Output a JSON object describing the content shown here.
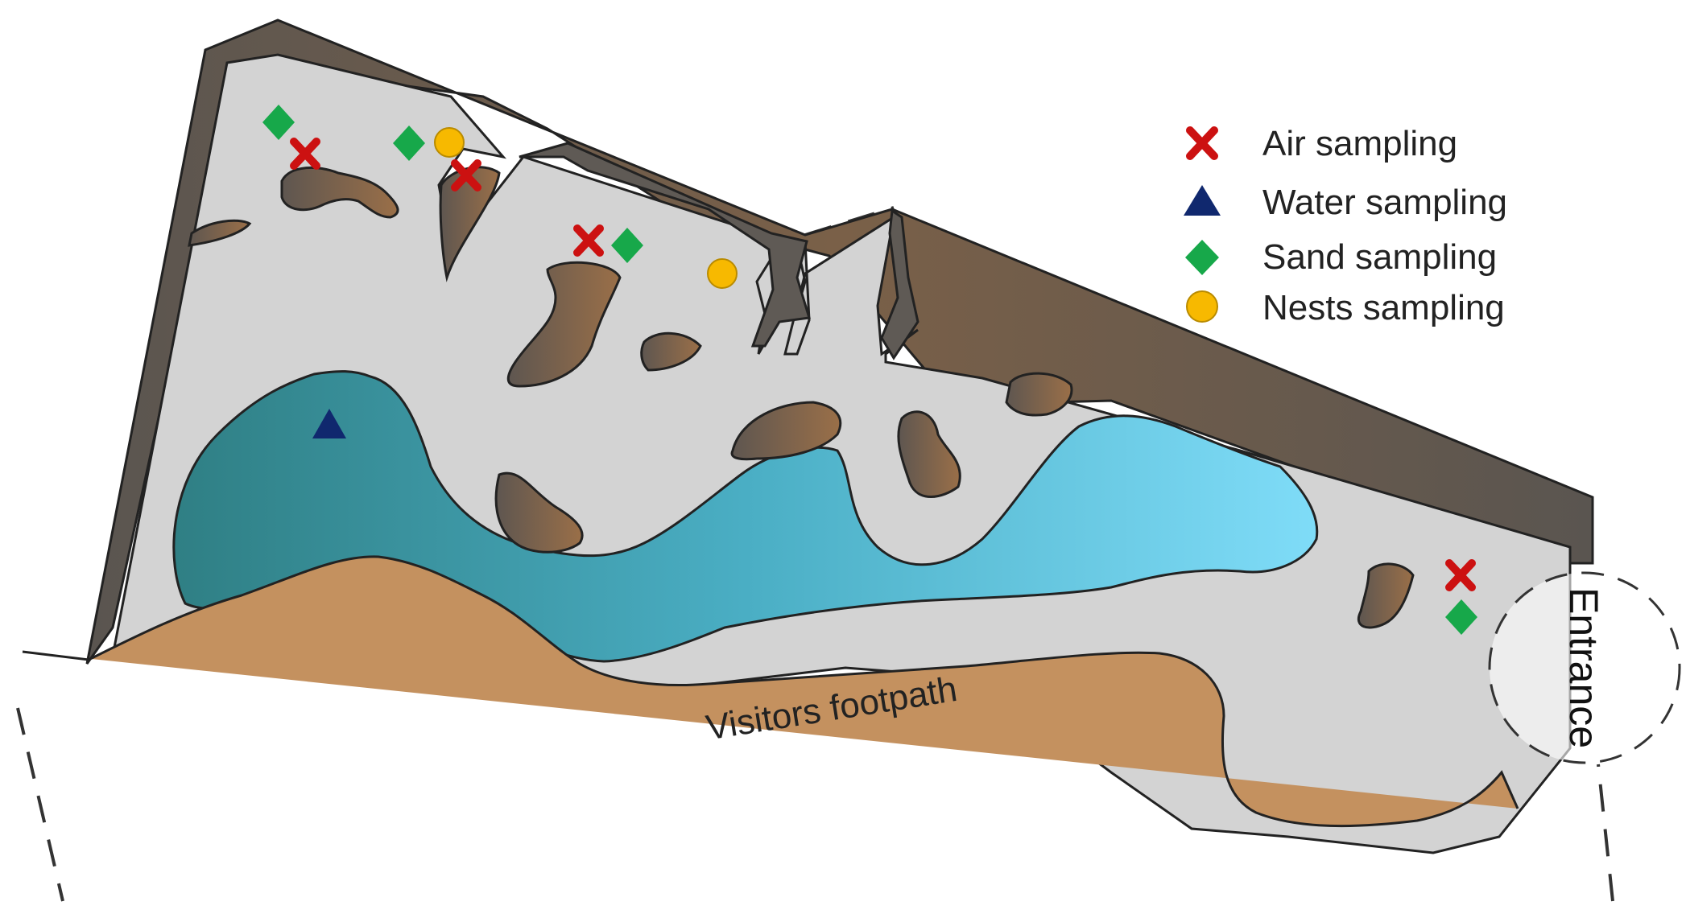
{
  "labels": {
    "footpath": "Visitors footpath",
    "entrance": "Entrance"
  },
  "legend": [
    {
      "key": "air",
      "label": "Air sampling",
      "icon": "cross-icon",
      "color": "#cc1111"
    },
    {
      "key": "water",
      "label": "Water sampling",
      "icon": "triangle-icon",
      "color": "#10286e"
    },
    {
      "key": "sand",
      "label": "Sand sampling",
      "icon": "diamond-icon",
      "color": "#17a84a"
    },
    {
      "key": "nests",
      "label": "Nests sampling",
      "icon": "circle-icon",
      "color": "#f7b900"
    }
  ],
  "colors": {
    "cave_floor": "#d3d3d3",
    "wall_rock": "#6a5a4c",
    "rock_brown": "#7a5e45",
    "water_dark": "#2f8a8f",
    "water_light": "#7dd8f5",
    "footpath": "#c4915f"
  }
}
